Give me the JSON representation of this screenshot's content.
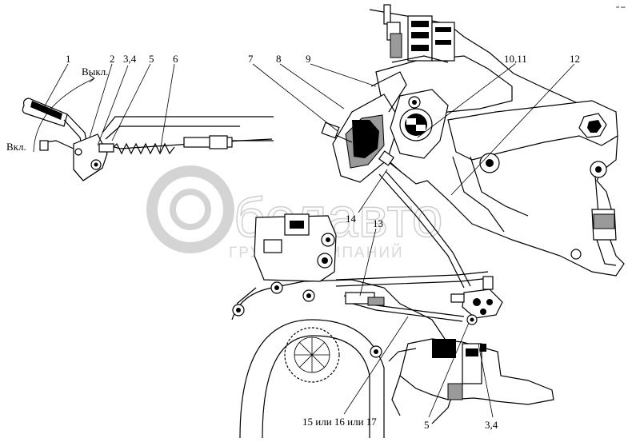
{
  "callouts": {
    "c1": "1",
    "c2": "2",
    "c34a": "3,4",
    "c5a": "5",
    "c6": "6",
    "c7": "7",
    "c8": "8",
    "c9": "9",
    "c1011": "10,11",
    "c12": "12",
    "c14": "14",
    "c13": "13",
    "c151617": "15 или 16 или 17",
    "c5b": "5",
    "c34b": "3,4"
  },
  "positions": {
    "off": "Выкл.",
    "on": "Вкл."
  },
  "watermark": {
    "logo_text": "белавто",
    "subtitle": "ГРУППА КОМПАНИЙ"
  },
  "corner_mark": "ᵃᵇ ᵃᵃᵃ"
}
